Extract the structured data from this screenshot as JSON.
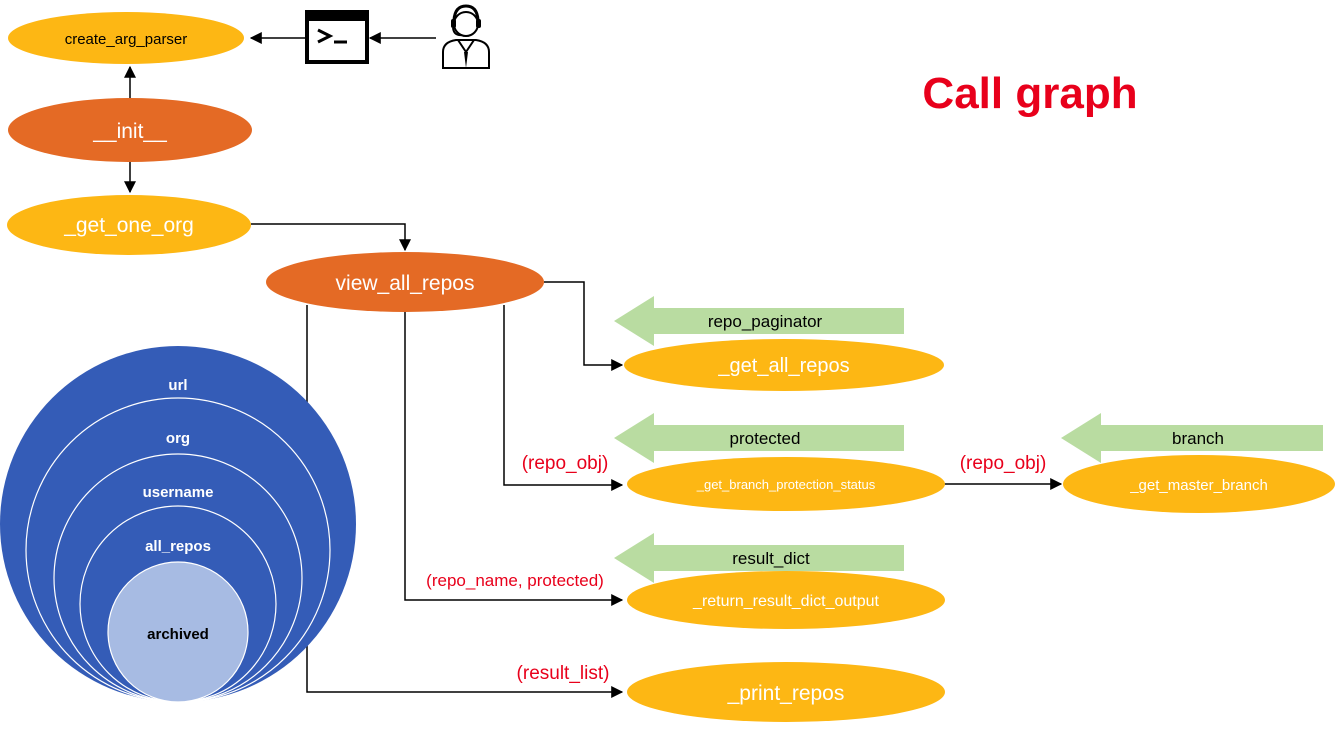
{
  "title": "Call graph",
  "colors": {
    "orange": "#E46A25",
    "yellow": "#FDB714",
    "blue": "#345CB7",
    "light_blue": "#A7BBE3",
    "green": "#B9DCA1",
    "red": "#E8001B",
    "black": "#000000",
    "white": "#FFFFFF"
  },
  "nodes": {
    "create_arg_parser": "create_arg_parser",
    "init": "__init__",
    "get_one_org": "_get_one_org",
    "view_all_repos": "view_all_repos",
    "get_all_repos": "_get_all_repos",
    "get_branch_protection_status": "_get_branch_protection_status",
    "get_master_branch": "_get_master_branch",
    "return_result_dict_output": "_return_result_dict_output",
    "print_repos": "_print_repos"
  },
  "return_arrows": {
    "repo_paginator": "repo_paginator",
    "protected": "protected",
    "branch": "branch",
    "result_dict": "result_dict"
  },
  "edge_labels": {
    "repo_obj_1": "(repo_obj)",
    "repo_obj_2": "(repo_obj)",
    "repo_name_protected": "(repo_name, protected)",
    "result_list": "(result_list)"
  },
  "attributes": {
    "url": "url",
    "org": "org",
    "username": "username",
    "all_repos": "all_repos",
    "archived": "archived"
  },
  "icons": {
    "terminal": "terminal-icon",
    "user": "user-headset-icon"
  }
}
